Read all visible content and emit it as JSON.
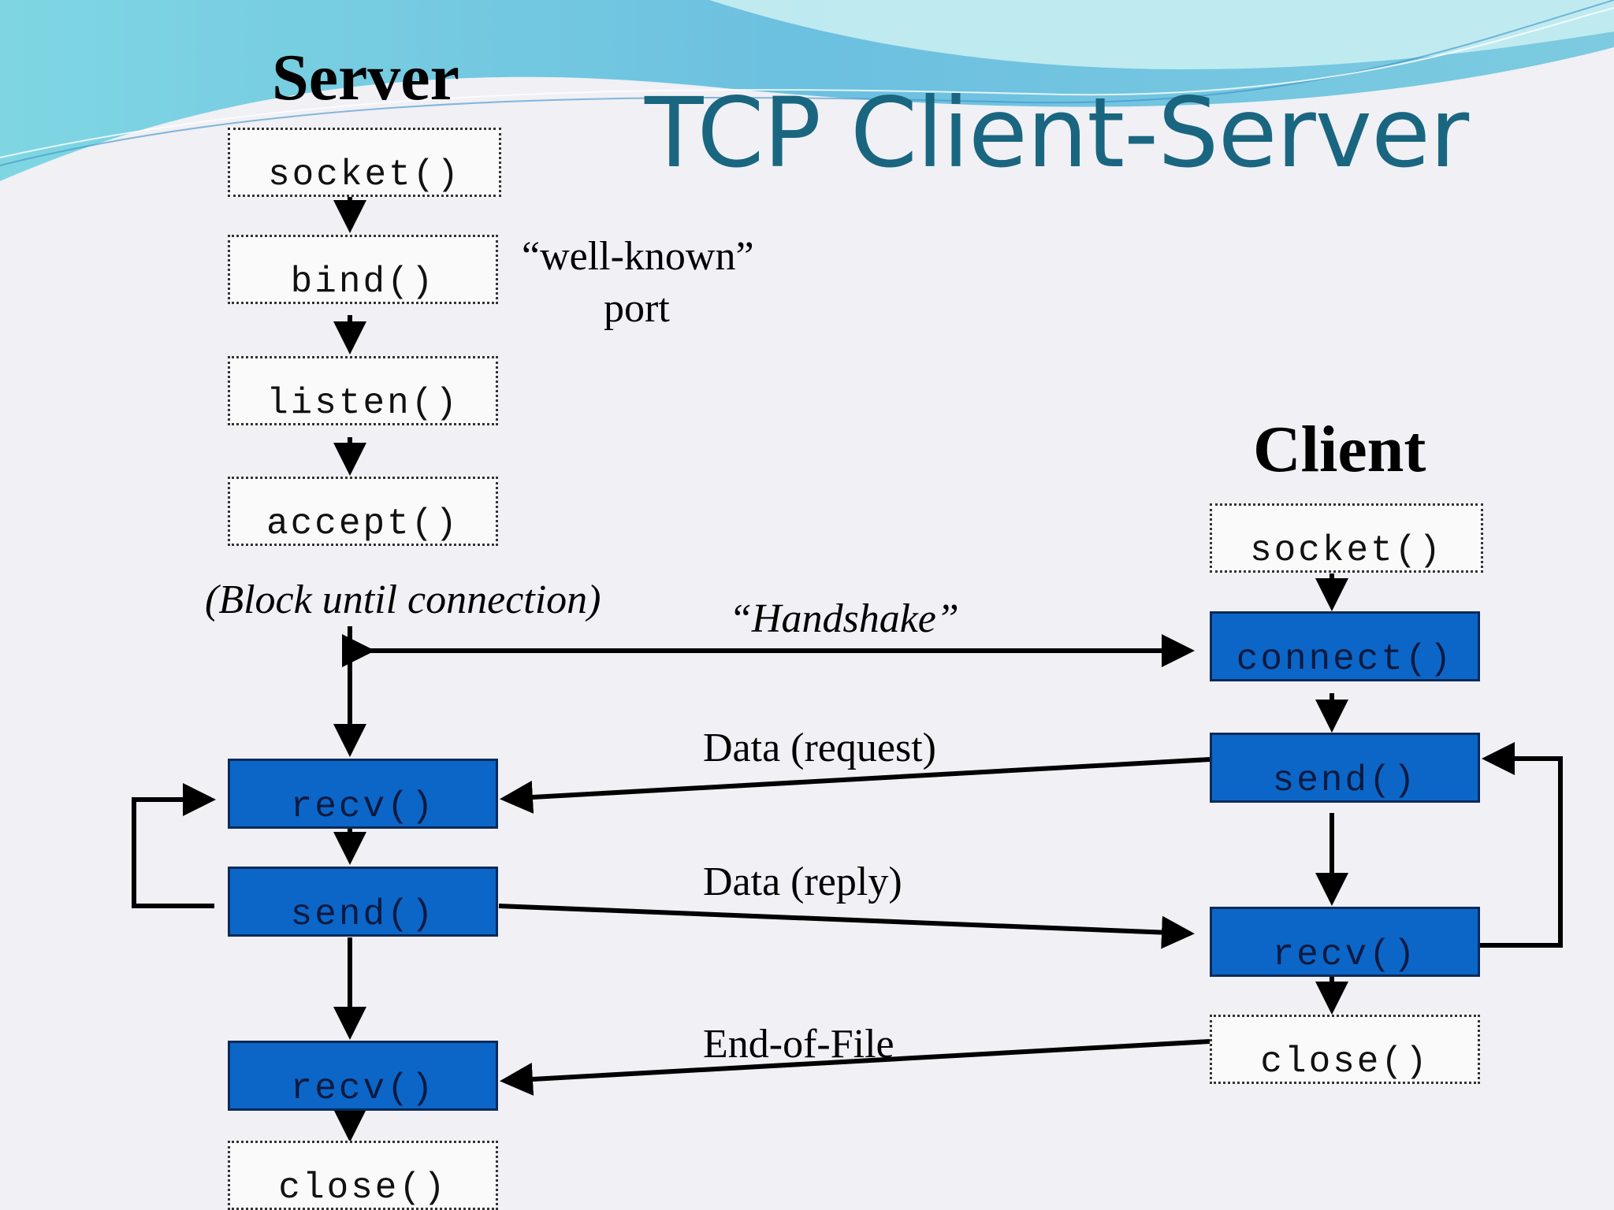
{
  "slide": {
    "title": "TCP Client-Server",
    "colors": {
      "title": "#1a6680",
      "box_blue": "#0c66c8",
      "banner_light": "#9adce6",
      "banner_dark": "#5ab0d8"
    }
  },
  "server": {
    "heading": "Server",
    "socket": "socket()",
    "bind": "bind()",
    "listen": "listen()",
    "accept": "accept()",
    "block_note": "(Block until connection)",
    "recv1": "recv()",
    "send": "send()",
    "recv2": "recv()",
    "close": "close()"
  },
  "port_note": {
    "line1": "“well-known”",
    "line2": "port"
  },
  "client": {
    "heading": "Client",
    "socket": "socket()",
    "connect": "connect()",
    "send": "send()",
    "recv": "recv()",
    "close": "close()"
  },
  "messages": {
    "handshake": "“Handshake”",
    "request": "Data (request)",
    "reply": "Data (reply)",
    "eof": "End-of-File"
  }
}
